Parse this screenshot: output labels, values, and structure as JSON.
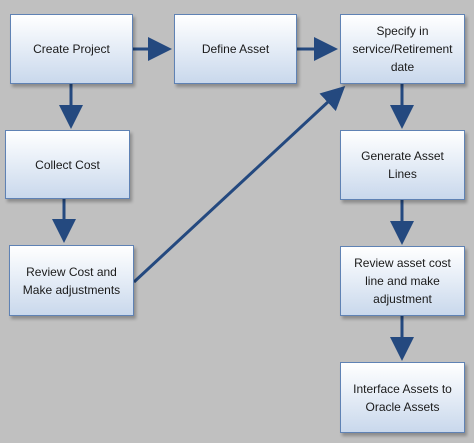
{
  "diagram": {
    "nodes": {
      "create_project": {
        "label": "Create Project"
      },
      "define_asset": {
        "label": "Define Asset"
      },
      "specify_date": {
        "label": "Specify in service/Retirement date"
      },
      "collect_cost": {
        "label": "Collect Cost"
      },
      "generate_asset_lines": {
        "label": "Generate Asset Lines"
      },
      "review_cost": {
        "label": "Review Cost and Make adjustments"
      },
      "review_asset_cost": {
        "label": "Review asset cost line and make adjustment"
      },
      "interface_assets": {
        "label": "Interface Assets to Oracle Assets"
      }
    },
    "edges": [
      {
        "from": "create_project",
        "to": "define_asset"
      },
      {
        "from": "define_asset",
        "to": "specify_date"
      },
      {
        "from": "create_project",
        "to": "collect_cost"
      },
      {
        "from": "collect_cost",
        "to": "review_cost"
      },
      {
        "from": "review_cost",
        "to": "specify_date"
      },
      {
        "from": "specify_date",
        "to": "generate_asset_lines"
      },
      {
        "from": "generate_asset_lines",
        "to": "review_asset_cost"
      },
      {
        "from": "review_asset_cost",
        "to": "interface_assets"
      }
    ],
    "colors": {
      "background": "#c0c0c0",
      "box_border": "#5f82b4",
      "arrow": "#24497f"
    }
  }
}
